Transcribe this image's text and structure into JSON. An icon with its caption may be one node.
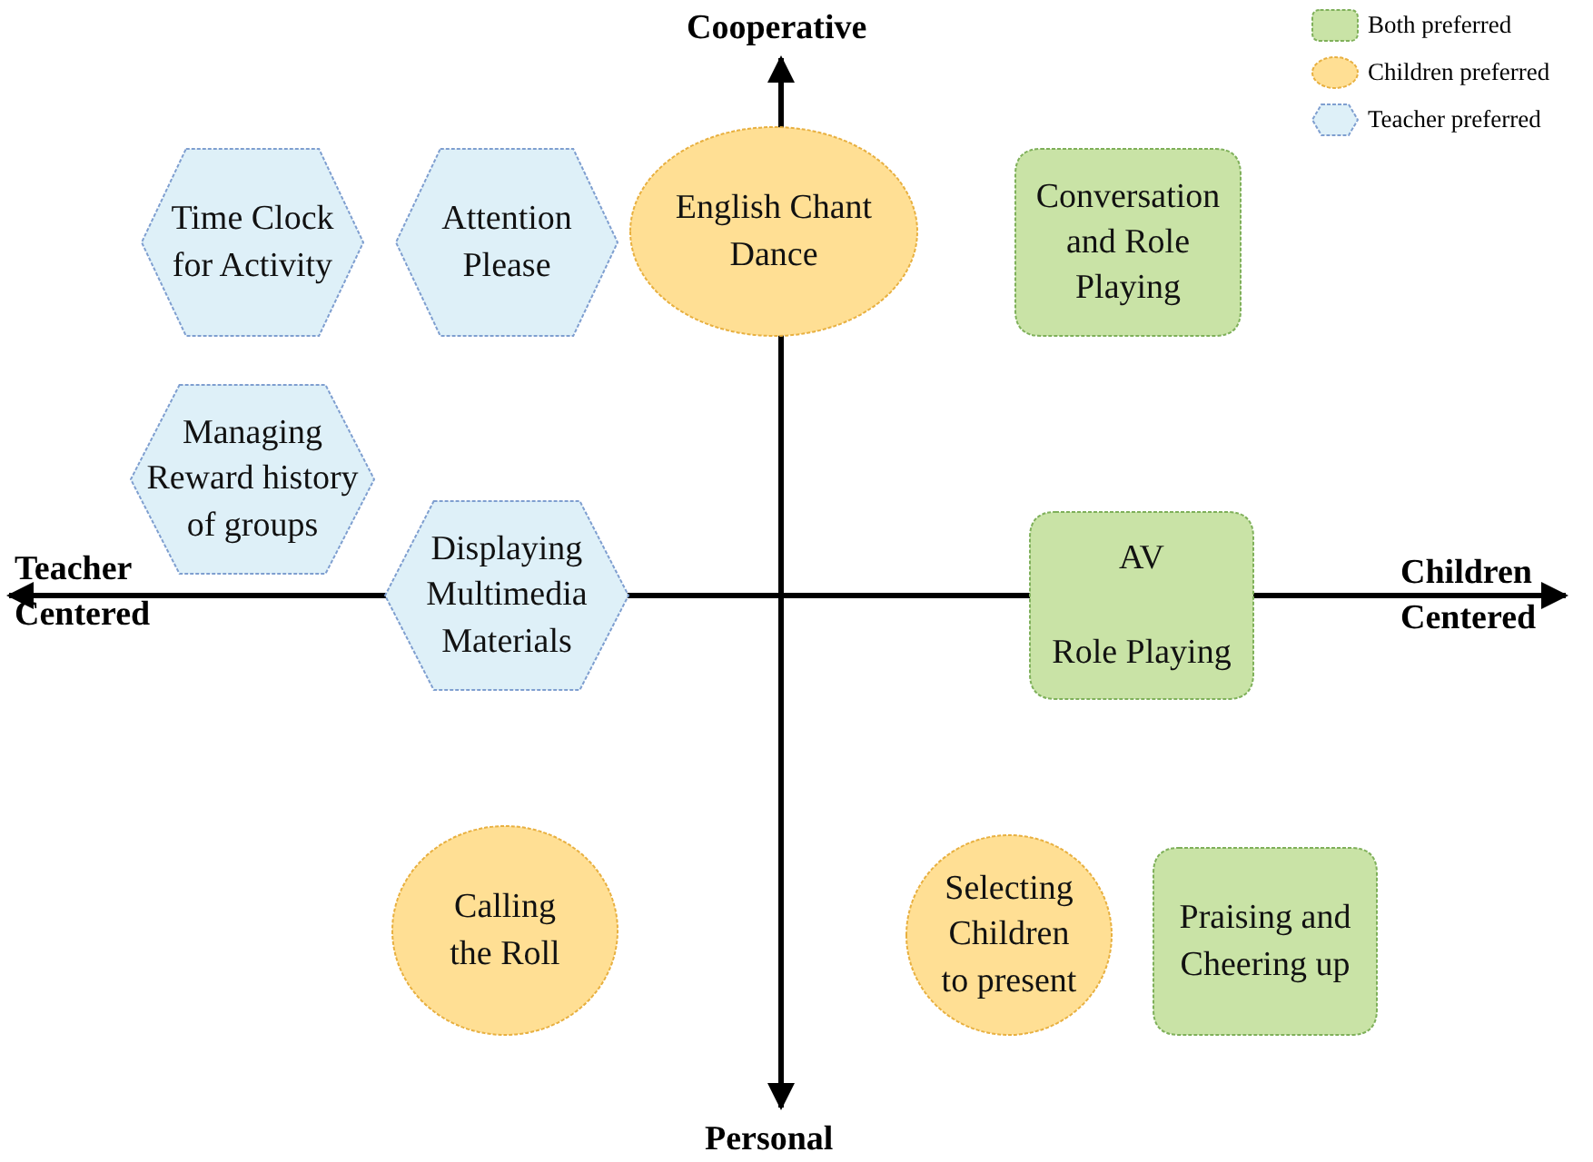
{
  "diagram": {
    "nodes": [
      {
        "text": [
          "Time Clock for Activity"
        ]
      },
      {
        "text": [
          "Attention Please"
        ]
      },
      {
        "text": [
          "English Chant Dance"
        ]
      },
      {
        "text": [
          "Conversation and Role Playing"
        ]
      },
      {
        "text": [
          "Managing Reward history of groups"
        ]
      },
      {
        "text": [
          "Displaying Multimedia Materials"
        ]
      },
      {
        "text": [
          "AV",
          "Role Playing"
        ]
      },
      {
        "text": [
          "Calling the Roll"
        ]
      },
      {
        "text": [
          "Selecting Children to present"
        ]
      },
      {
        "text": [
          "Praising and Cheering up"
        ]
      }
    ],
    "labels": [
      "Cooperative",
      "Teacher Centered",
      "Children Centered",
      "Personal"
    ],
    "legend": [
      {
        "text": "Both preferred",
        "color": "#c9e3a6"
      },
      {
        "text": "Children preferred",
        "color": "#ffdf94"
      },
      {
        "text": "Teacher preferred",
        "color": "#def0f8"
      }
    ]
  }
}
